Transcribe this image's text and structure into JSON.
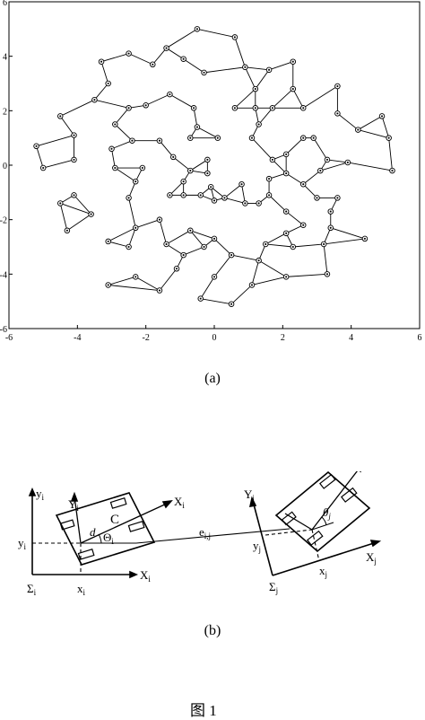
{
  "figure_title": "图 1",
  "caption_a": "(a)",
  "caption_b": "(b)",
  "chart_data": {
    "type": "scatter",
    "title": "",
    "xlabel": "",
    "ylabel": "",
    "xlim": [
      -6,
      6
    ],
    "ylim": [
      -6,
      6
    ],
    "xticks": [
      -6,
      -4,
      -2,
      0,
      2,
      4,
      6
    ],
    "yticks": [
      -6,
      -4,
      -2,
      0,
      2,
      4,
      6
    ],
    "grid": false,
    "marker": "open-circle",
    "nodes": [
      [
        -5.0,
        -0.1
      ],
      [
        -5.2,
        0.7
      ],
      [
        -4.1,
        0.2
      ],
      [
        -4.5,
        1.8
      ],
      [
        -4.1,
        1.1
      ],
      [
        -4.5,
        -1.4
      ],
      [
        -4.1,
        -1.1
      ],
      [
        -4.3,
        -2.4
      ],
      [
        -3.6,
        -1.8
      ],
      [
        -3.0,
        0.6
      ],
      [
        -2.9,
        1.5
      ],
      [
        -2.5,
        2.1
      ],
      [
        -2.4,
        0.9
      ],
      [
        -2.0,
        2.2
      ],
      [
        -2.9,
        -0.1
      ],
      [
        -2.1,
        -0.1
      ],
      [
        -2.3,
        -0.6
      ],
      [
        -2.5,
        -1.2
      ],
      [
        -3.1,
        3.0
      ],
      [
        -3.3,
        3.8
      ],
      [
        -3.5,
        2.4
      ],
      [
        -2.5,
        4.1
      ],
      [
        -1.8,
        3.7
      ],
      [
        -1.4,
        4.3
      ],
      [
        -0.5,
        5.0
      ],
      [
        -0.9,
        3.9
      ],
      [
        -1.3,
        2.6
      ],
      [
        -0.6,
        2.1
      ],
      [
        -0.5,
        1.4
      ],
      [
        -0.7,
        1.0
      ],
      [
        -1.2,
        0.3
      ],
      [
        -1.6,
        0.9
      ],
      [
        -0.3,
        3.4
      ],
      [
        -0.2,
        0.2
      ],
      [
        0.6,
        4.7
      ],
      [
        0.9,
        3.6
      ],
      [
        1.2,
        2.8
      ],
      [
        1.6,
        3.5
      ],
      [
        2.3,
        3.8
      ],
      [
        2.3,
        2.8
      ],
      [
        2.6,
        2.1
      ],
      [
        0.6,
        2.1
      ],
      [
        1.3,
        1.5
      ],
      [
        1.2,
        2.1
      ],
      [
        1.7,
        2.1
      ],
      [
        0.1,
        1.0
      ],
      [
        1.1,
        1.0
      ],
      [
        1.7,
        0.2
      ],
      [
        2.1,
        0.4
      ],
      [
        2.9,
        1.0
      ],
      [
        2.6,
        1.0
      ],
      [
        3.3,
        0.2
      ],
      [
        3.6,
        1.9
      ],
      [
        3.6,
        2.9
      ],
      [
        4.2,
        1.3
      ],
      [
        4.9,
        1.8
      ],
      [
        5.1,
        1.0
      ],
      [
        5.2,
        -0.2
      ],
      [
        3.9,
        0.1
      ],
      [
        3.1,
        -0.2
      ],
      [
        2.1,
        -0.3
      ],
      [
        2.6,
        -0.7
      ],
      [
        3.0,
        -1.2
      ],
      [
        3.6,
        -1.2
      ],
      [
        3.4,
        -1.7
      ],
      [
        3.4,
        -2.3
      ],
      [
        4.4,
        -2.7
      ],
      [
        3.2,
        -2.9
      ],
      [
        2.6,
        -2.2
      ],
      [
        2.1,
        -2.5
      ],
      [
        2.1,
        -1.7
      ],
      [
        1.3,
        -1.4
      ],
      [
        1.6,
        -1.1
      ],
      [
        1.6,
        -0.5
      ],
      [
        0.8,
        -0.7
      ],
      [
        0.9,
        -1.4
      ],
      [
        0.3,
        -1.2
      ],
      [
        0.0,
        -1.3
      ],
      [
        -0.1,
        -0.8
      ],
      [
        -0.2,
        -0.3
      ],
      [
        -0.7,
        -0.2
      ],
      [
        -0.9,
        -0.6
      ],
      [
        -1.3,
        -1.1
      ],
      [
        -0.4,
        -1.1
      ],
      [
        -1.6,
        -2.0
      ],
      [
        -2.3,
        -2.3
      ],
      [
        -2.5,
        -3.0
      ],
      [
        -3.1,
        -2.8
      ],
      [
        -1.4,
        -2.9
      ],
      [
        -0.7,
        -2.4
      ],
      [
        0.0,
        -2.7
      ],
      [
        -0.3,
        -3.0
      ],
      [
        -0.9,
        -3.3
      ],
      [
        0.5,
        -3.3
      ],
      [
        1.3,
        -3.5
      ],
      [
        2.1,
        -4.1
      ],
      [
        -1.1,
        -3.8
      ],
      [
        -1.6,
        -4.6
      ],
      [
        -2.3,
        -4.1
      ],
      [
        -3.1,
        -4.4
      ],
      [
        0.0,
        -4.1
      ],
      [
        -0.4,
        -4.9
      ],
      [
        0.5,
        -5.1
      ],
      [
        1.1,
        -4.4
      ],
      [
        1.5,
        -2.9
      ],
      [
        2.3,
        -3.0
      ],
      [
        3.3,
        -4.0
      ],
      [
        -0.9,
        -1.1
      ]
    ]
  },
  "diagram_b": {
    "left_frame": {
      "x_axis": "X",
      "x_sub": "i",
      "y_axis": "y",
      "y_sub": "i",
      "frame": "Σ",
      "frame_sub": "i"
    },
    "left_labels": {
      "x_coord": "x",
      "x_coord_sub": "i",
      "y_coord": "y",
      "y_coord_sub": "i",
      "Y_local": "Y",
      "Y_local_sub": "i",
      "X_local": "X",
      "X_local_sub": "i",
      "center": "C",
      "dist": "d",
      "theta": "Θ",
      "theta_sub": "i"
    },
    "edge_label": "e",
    "edge_sub": "i,j",
    "right_frame": {
      "x_axis": "X",
      "x_sub": "j",
      "y_axis": "Y",
      "y_sub": "j",
      "frame": "Σ",
      "frame_sub": "j",
      "x_coord": "x",
      "x_coord_sub": "j",
      "y_coord": "y",
      "y_coord_sub": "j",
      "theta": "θ",
      "theta_sub": "j"
    }
  }
}
